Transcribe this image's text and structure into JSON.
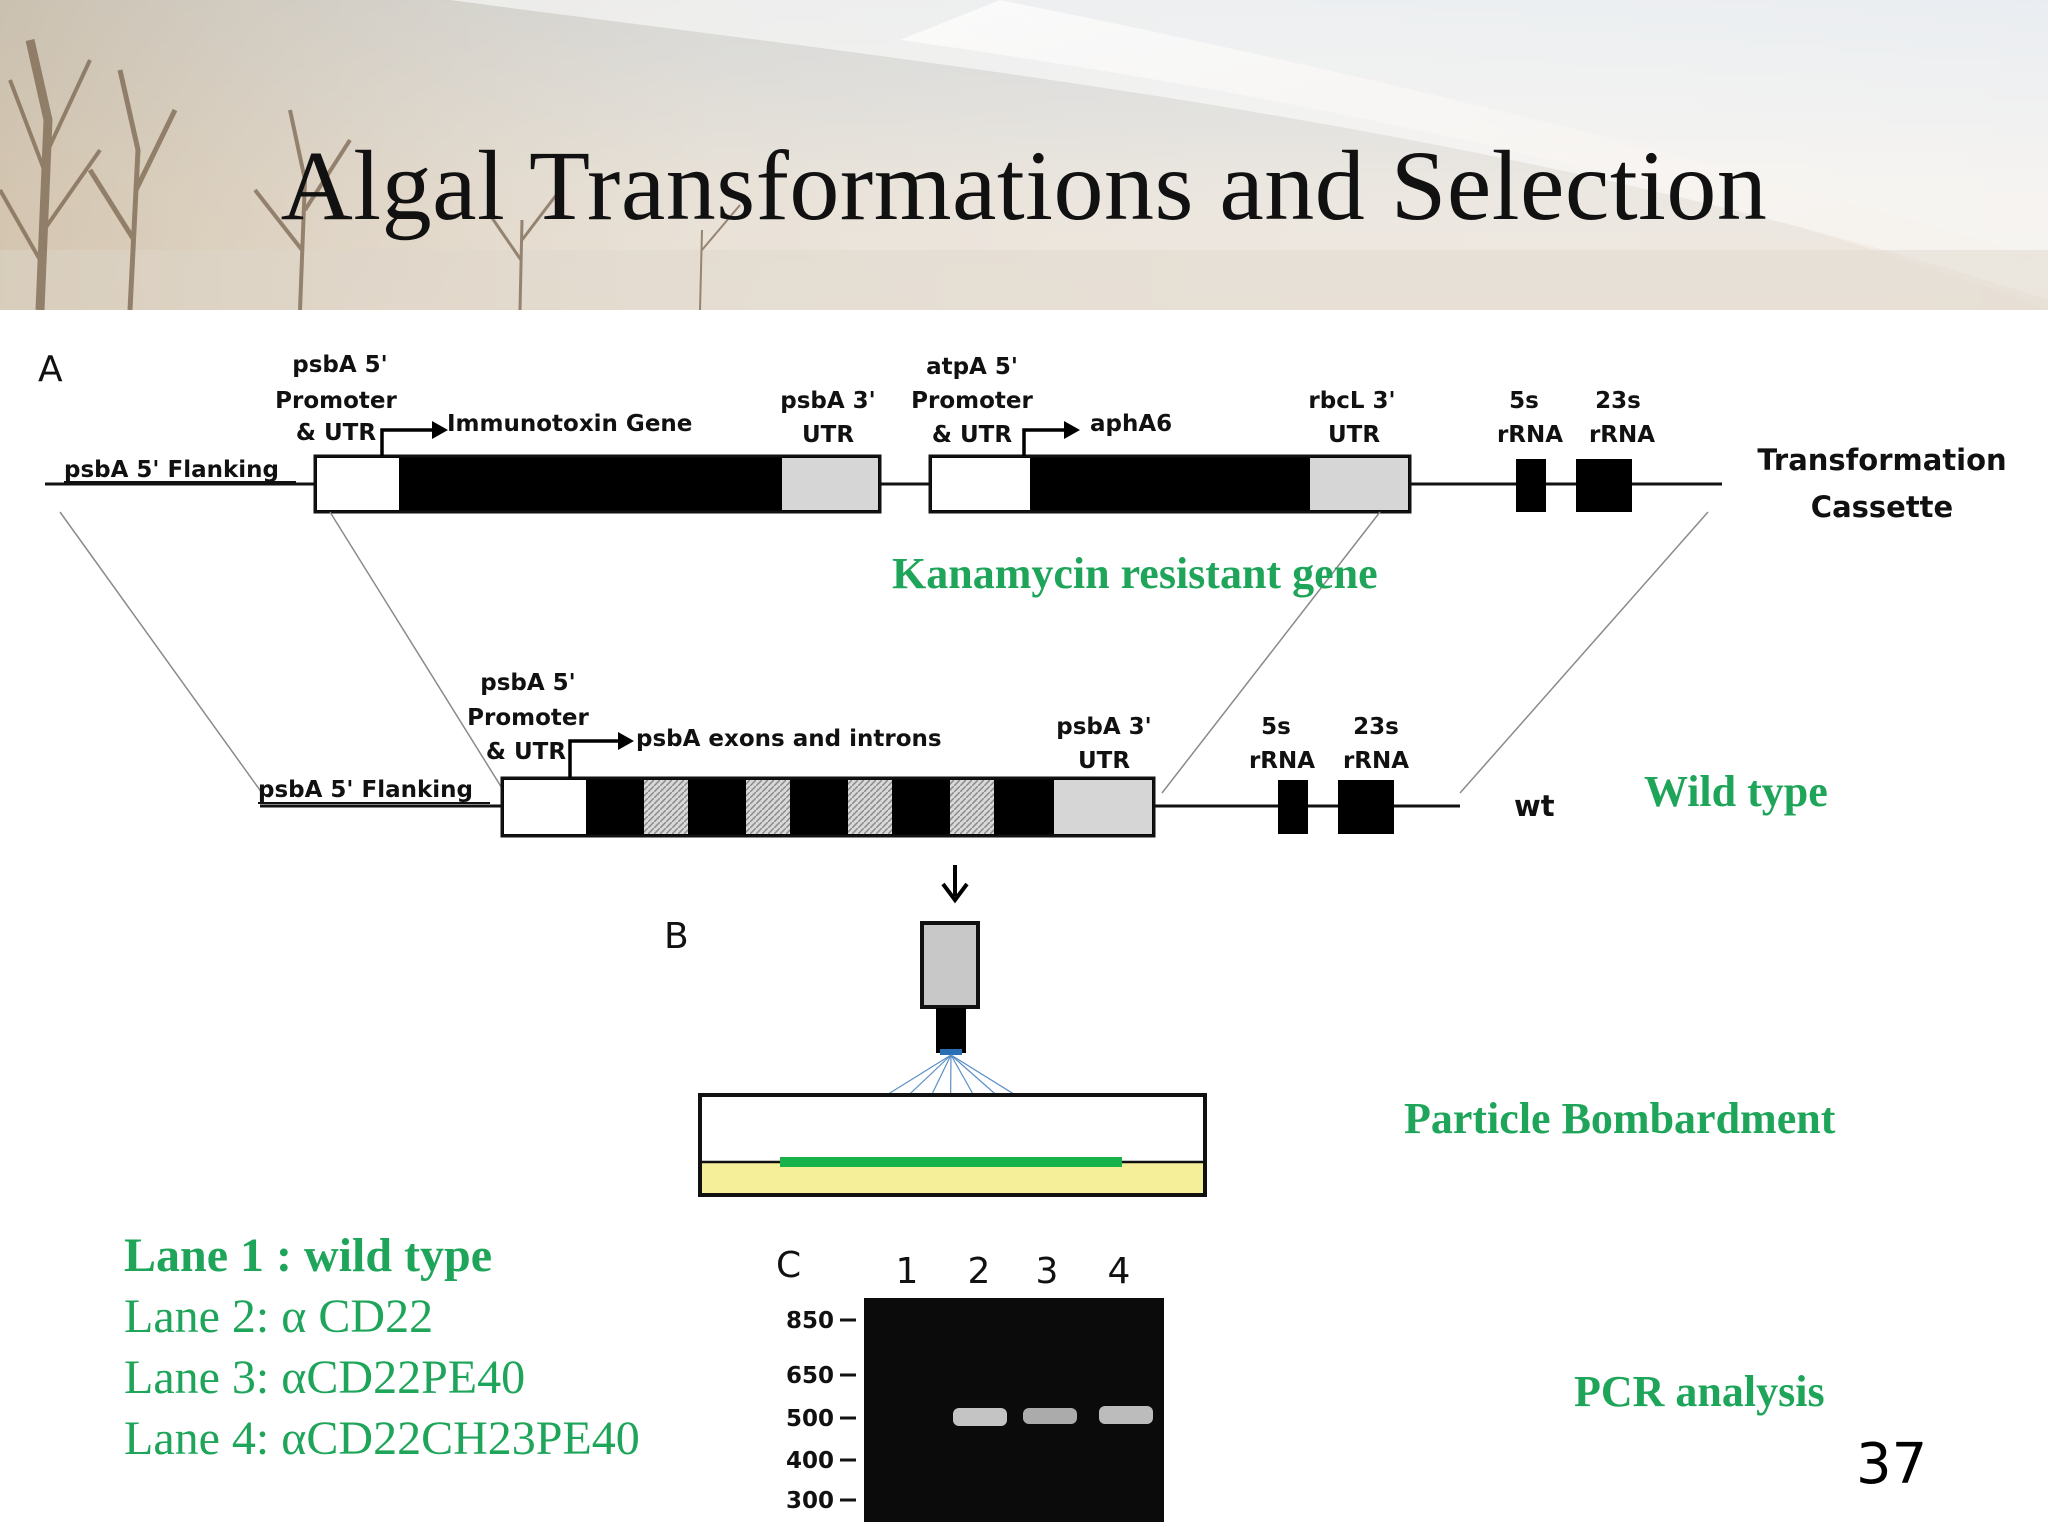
{
  "slide": {
    "title": "Algal Transformations and Selection",
    "page_number": "37"
  },
  "panel_a": {
    "panel_letter": "A",
    "cassette": {
      "flanking": "psbA 5' Flanking",
      "promoter1": [
        "psbA 5'",
        "Promoter",
        "& UTR"
      ],
      "gene1": "Immunotoxin Gene",
      "utr1": [
        "psbA 3'",
        "UTR"
      ],
      "promoter2": [
        "atpA 5'",
        "Promoter",
        "& UTR"
      ],
      "gene2": "aphA6",
      "utr2": [
        "rbcL 3'",
        "UTR"
      ],
      "rrna5": [
        "5s",
        "rRNA"
      ],
      "rrna23": [
        "23s",
        "rRNA"
      ],
      "name": [
        "Transformation",
        "Cassette"
      ]
    },
    "kanamycin_note": "Kanamycin resistant gene",
    "wild_type_locus": {
      "flanking": "psbA 5' Flanking",
      "promoter": [
        "psbA 5'",
        "Promoter",
        "& UTR"
      ],
      "gene": "psbA exons and introns",
      "utr": [
        "psbA 3'",
        "UTR"
      ],
      "rrna5": [
        "5s",
        "rRNA"
      ],
      "rrna23": [
        "23s",
        "rRNA"
      ],
      "tag": "wt"
    },
    "wild_type_note": "Wild type"
  },
  "panel_b": {
    "panel_letter": "B",
    "note": "Particle Bombardment"
  },
  "panel_c": {
    "panel_letter": "C",
    "lane_numbers": [
      "1",
      "2",
      "3",
      "4"
    ],
    "size_markers": [
      "850",
      "650",
      "500",
      "400",
      "300"
    ],
    "note": "PCR  analysis"
  },
  "lane_legend": [
    "Lane 1 : wild type",
    "Lane 2:  α CD22",
    "Lane 3: αCD22PE40",
    "Lane 4: αCD22CH23PE40"
  ],
  "colors": {
    "accent_green": "#1fa55a",
    "agar_yellow": "#f5ef9a",
    "gel_black": "#0b0b0b"
  }
}
